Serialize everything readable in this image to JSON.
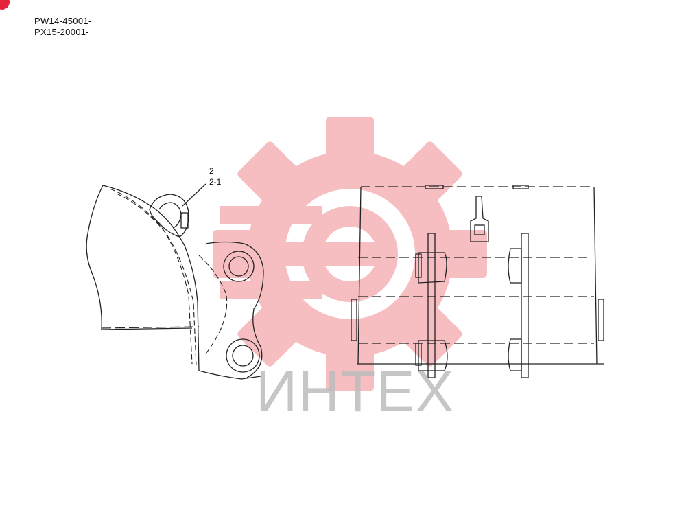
{
  "header": {
    "serial_lines": [
      "PW14-45001-",
      "PX15-20001-"
    ]
  },
  "callout": {
    "labels": [
      "2",
      "2-1"
    ]
  },
  "watermark": {
    "text": "ИНТЕХ",
    "logo_icon": "gear-logo-icon",
    "logo_color": "#f4b6b9",
    "text_color": "#bdbdbd"
  },
  "corner_badge_color": "#e4243b"
}
